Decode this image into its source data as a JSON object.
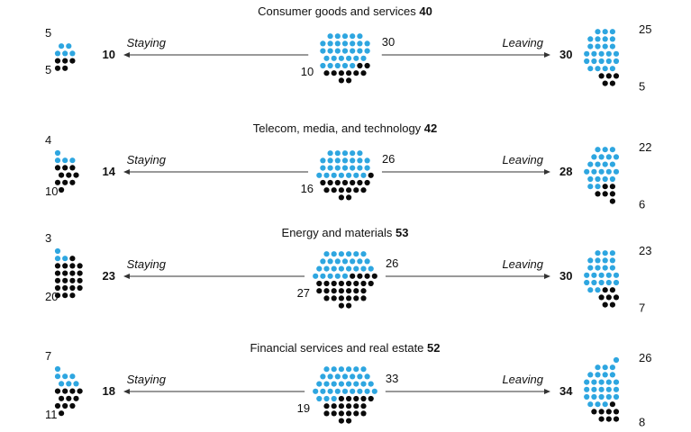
{
  "colors": {
    "blue": "#2ea6e0",
    "black": "#0a0a0a",
    "arrow": "#333333",
    "text": "#111111"
  },
  "chart_data": {
    "type": "dot-matrix",
    "labels": {
      "staying": "Staying",
      "leaving": "Leaving"
    },
    "groups": [
      {
        "title": "Consumer goods and services",
        "total": 40,
        "blue": 30,
        "black": 10,
        "staying": {
          "total": 10,
          "blue": 5,
          "black": 5
        },
        "leaving": {
          "total": 30,
          "blue": 25,
          "black": 5
        }
      },
      {
        "title": "Telecom, media, and technology",
        "total": 42,
        "blue": 26,
        "black": 16,
        "staying": {
          "total": 14,
          "blue": 4,
          "black": 10
        },
        "leaving": {
          "total": 28,
          "blue": 22,
          "black": 6
        }
      },
      {
        "title": "Energy and materials",
        "total": 53,
        "blue": 26,
        "black": 27,
        "staying": {
          "total": 23,
          "blue": 3,
          "black": 20
        },
        "leaving": {
          "total": 30,
          "blue": 23,
          "black": 7
        }
      },
      {
        "title": "Financial services and real estate",
        "total": 52,
        "blue": 33,
        "black": 19,
        "staying": {
          "total": 18,
          "blue": 7,
          "black": 11
        },
        "leaving": {
          "total": 34,
          "blue": 26,
          "black": 8
        }
      }
    ]
  }
}
